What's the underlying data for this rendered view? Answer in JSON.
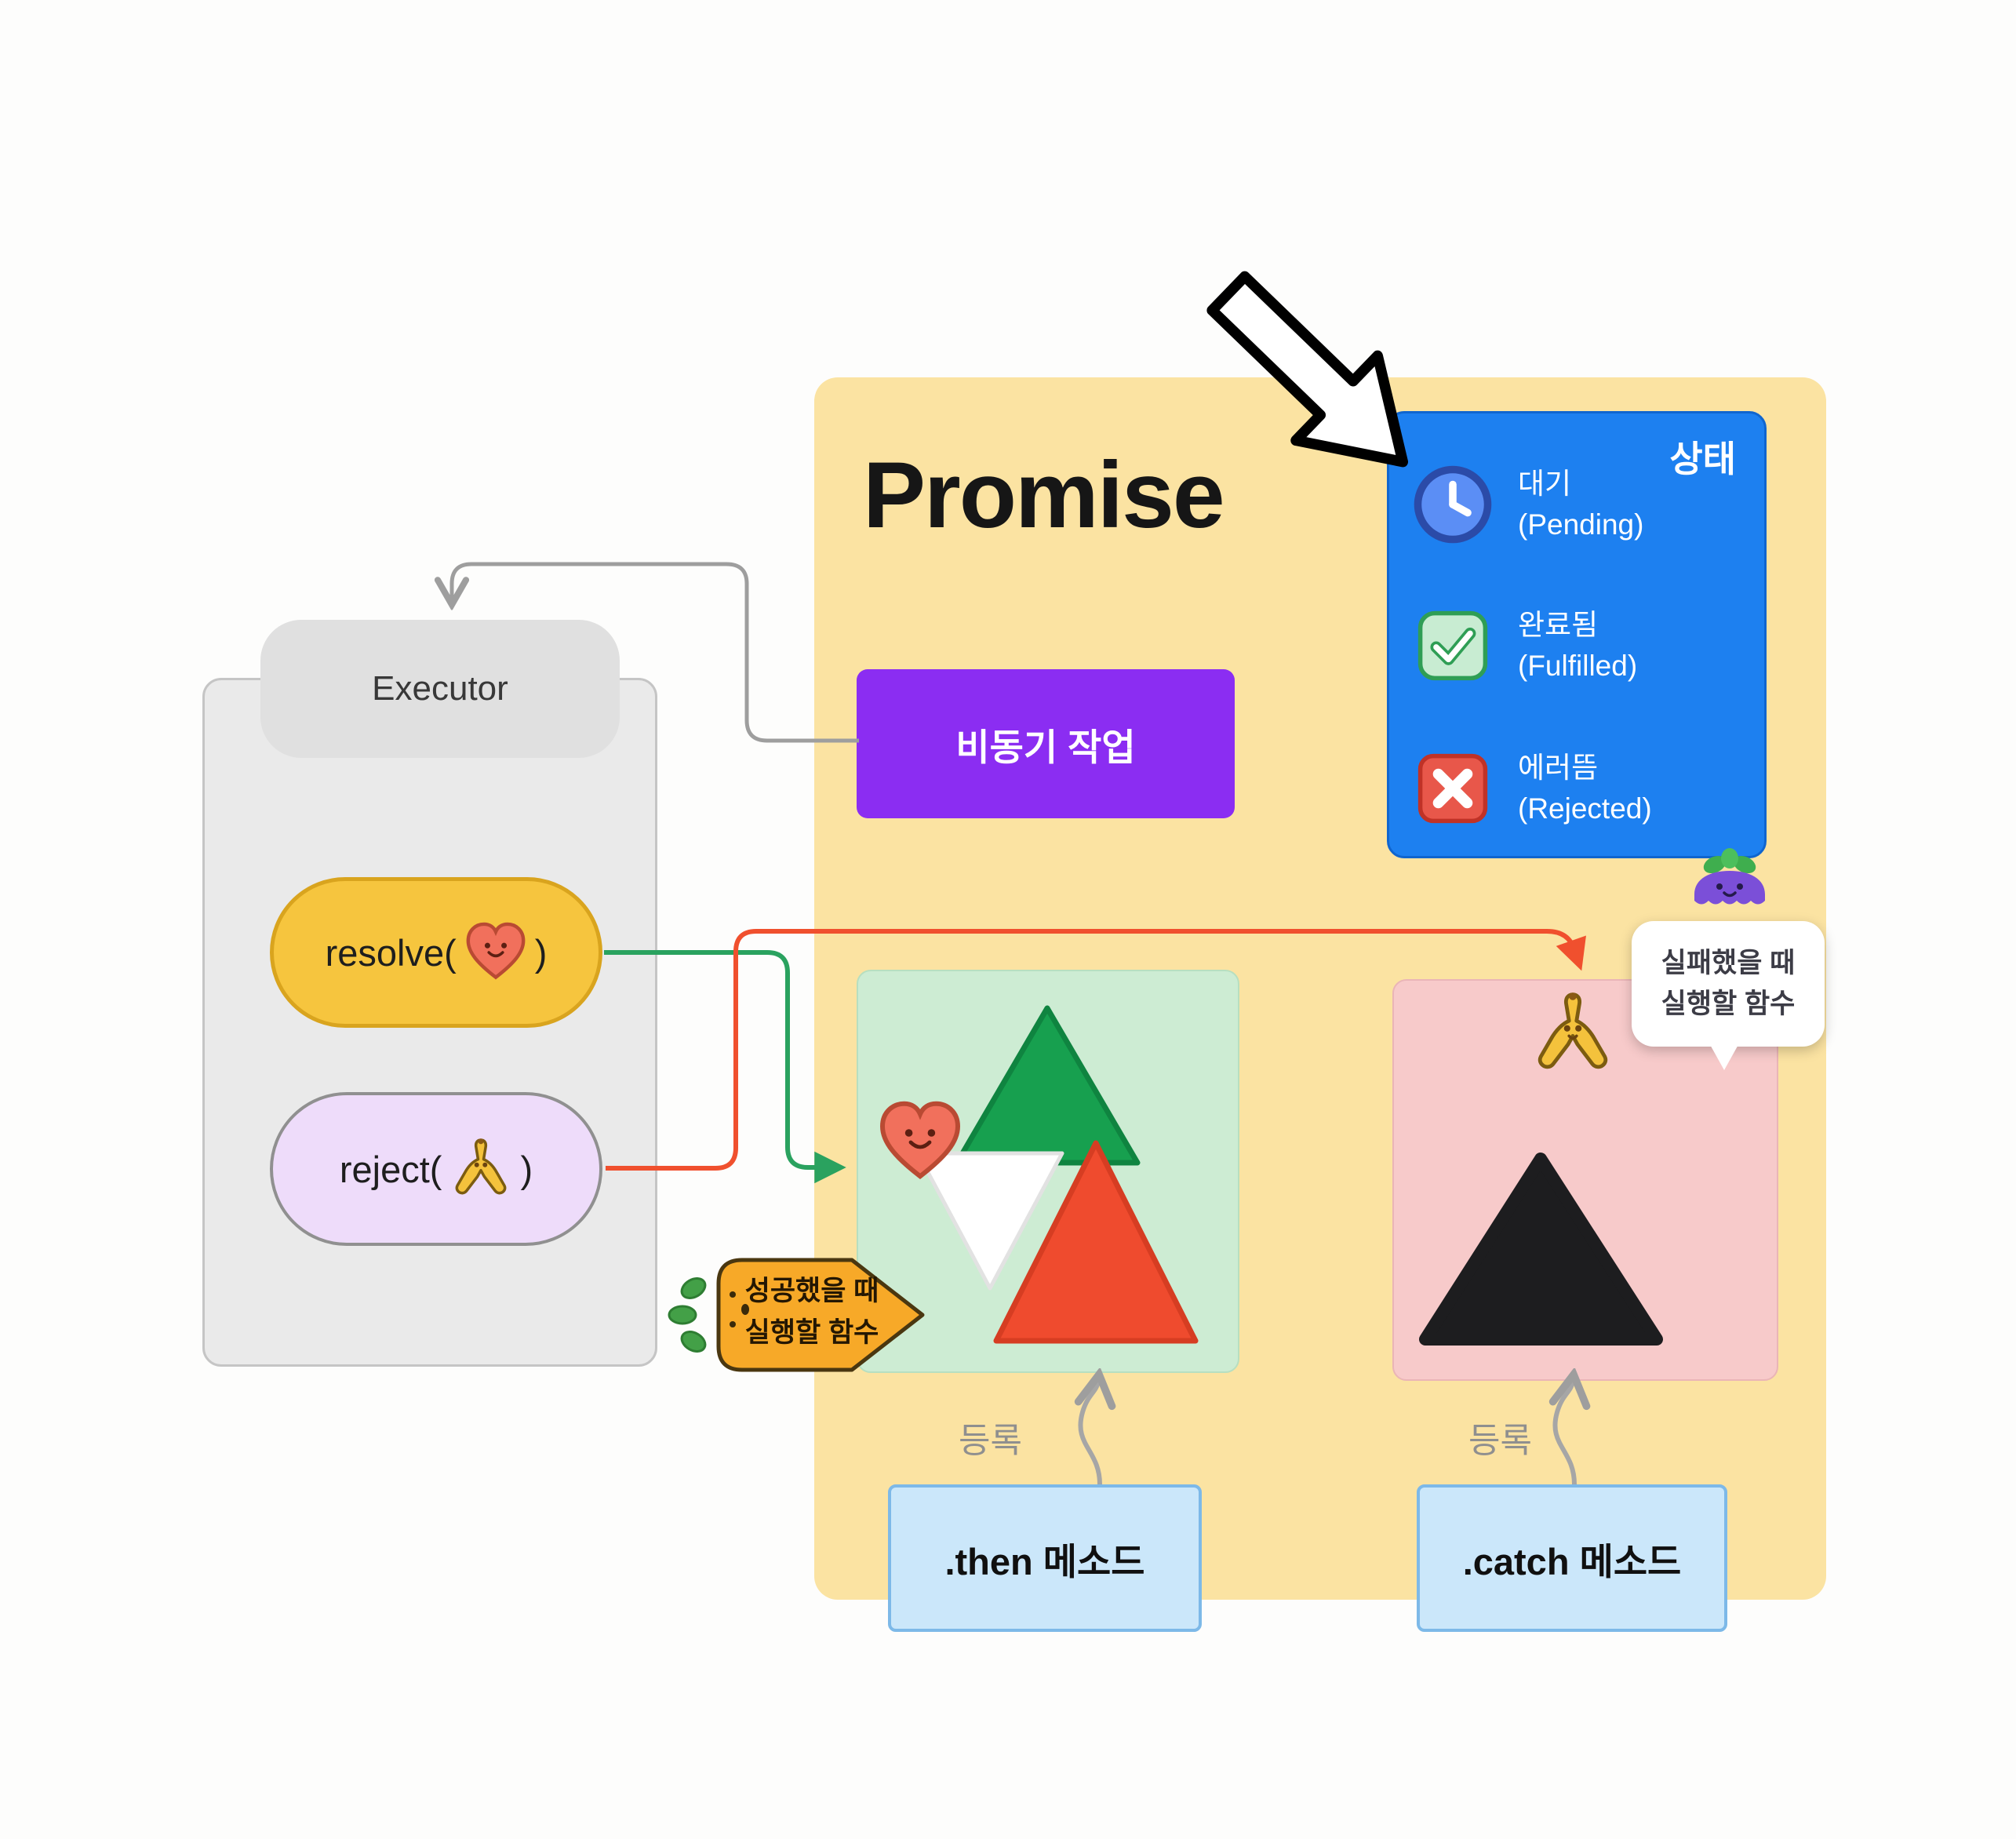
{
  "promise_panel": {
    "title": "Promise"
  },
  "async_task": {
    "label": "비동기 작업"
  },
  "state_panel": {
    "title": "상태",
    "states": [
      {
        "icon": "clock-icon",
        "name": "대기",
        "en": "(Pending)"
      },
      {
        "icon": "check-icon",
        "name": "완료됨",
        "en": "(Fulfilled)"
      },
      {
        "icon": "cross-icon",
        "name": "에러뜸",
        "en": "(Rejected)"
      }
    ]
  },
  "executor": {
    "title": "Executor",
    "resolve": {
      "prefix": "resolve(",
      "suffix": ")",
      "icon": "heart-face-icon"
    },
    "reject": {
      "prefix": "reject(",
      "suffix": ")",
      "icon": "banana-peel-icon"
    }
  },
  "methods": {
    "then": ".then 메소드",
    "catch": ".catch 메소드"
  },
  "registers": {
    "then": "등록",
    "catch": "등록"
  },
  "success_bubble": {
    "line1": "성공했을 때",
    "line2": "실행할 함수"
  },
  "failure_bubble": {
    "line1": "실패했을 때",
    "line2": "실행할 함수"
  },
  "colors": {
    "panel_yellow": "#fbe3a2",
    "state_blue": "#1d80f0",
    "async_purple": "#8b2df2",
    "fulfilled_green_bg": "#cdecd3",
    "rejected_pink_bg": "#f7caca",
    "resolve_yellow": "#f6c53e",
    "reject_lavender": "#eedcfa",
    "method_blue": "#cbe7fa",
    "arrow_green": "#2aa25f",
    "arrow_red": "#f0502e",
    "arrow_gray": "#9e9e9e",
    "triangle_green": "#17a04f",
    "triangle_red": "#ef4b2e",
    "triangle_black": "#1d1d1f"
  }
}
